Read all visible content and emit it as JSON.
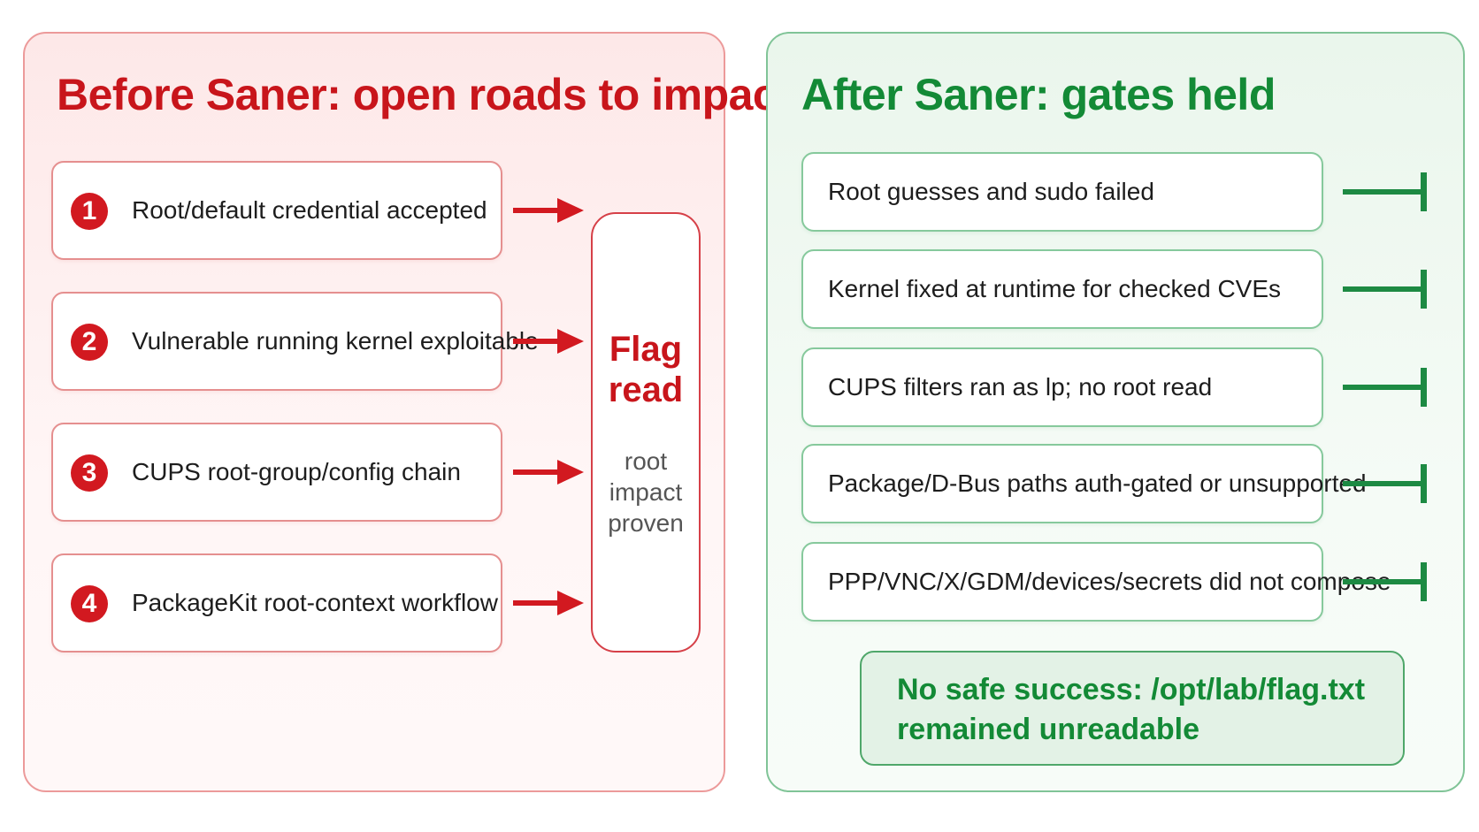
{
  "before": {
    "title": "Before Saner: open roads to impact",
    "steps": [
      {
        "number": "1",
        "label": "Root/default credential accepted"
      },
      {
        "number": "2",
        "label": "Vulnerable running kernel exploitable"
      },
      {
        "number": "3",
        "label": "CUPS root-group/config chain"
      },
      {
        "number": "4",
        "label": "PackageKit root-context workflow"
      }
    ],
    "target": {
      "title": "Flag\nread",
      "subtitle": "root\nimpact\nproven"
    },
    "colors": {
      "accent": "#c8151b",
      "border": "#e58f8f",
      "background": "#fdeaea"
    }
  },
  "after": {
    "title": "After Saner: gates held",
    "gates": [
      {
        "label": "Root guesses and sudo failed"
      },
      {
        "label": "Kernel fixed at runtime for checked CVEs"
      },
      {
        "label": "CUPS filters ran as lp; no root read"
      },
      {
        "label": "Package/D-Bus paths auth-gated or unsupported"
      },
      {
        "label": "PPP/VNC/X/GDM/devices/secrets did not compose"
      }
    ],
    "result": "No safe success: /opt/lab/flag.txt\nremained unreadable",
    "colors": {
      "accent": "#138a36",
      "border": "#86c99c",
      "background": "#eaf6ec"
    }
  },
  "icons": {
    "step_connector": "right-arrow-icon",
    "gate_blocker": "blocked-gate-icon"
  }
}
